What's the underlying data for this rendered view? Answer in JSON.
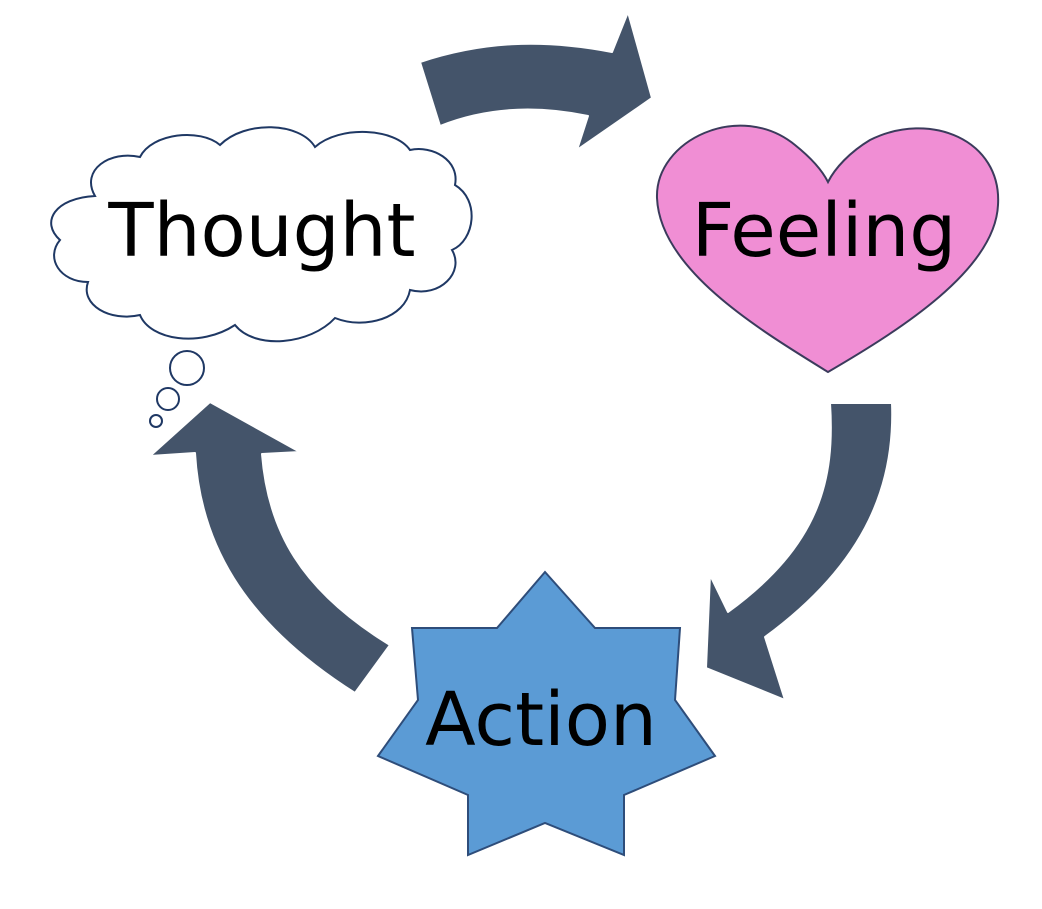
{
  "nodes": {
    "thought": {
      "label": "Thought",
      "shape": "thought-cloud",
      "fill": "#ffffff",
      "stroke": "#1f3864"
    },
    "feeling": {
      "label": "Feeling",
      "shape": "heart",
      "fill": "#f08ed4",
      "stroke": "#3b3b5c"
    },
    "action": {
      "label": "Action",
      "shape": "seven-point-star",
      "fill": "#5b9bd5",
      "stroke": "#2e4d7a"
    }
  },
  "arrows": {
    "color": "#44546a",
    "sequence": [
      "thought",
      "feeling",
      "action",
      "thought"
    ]
  }
}
